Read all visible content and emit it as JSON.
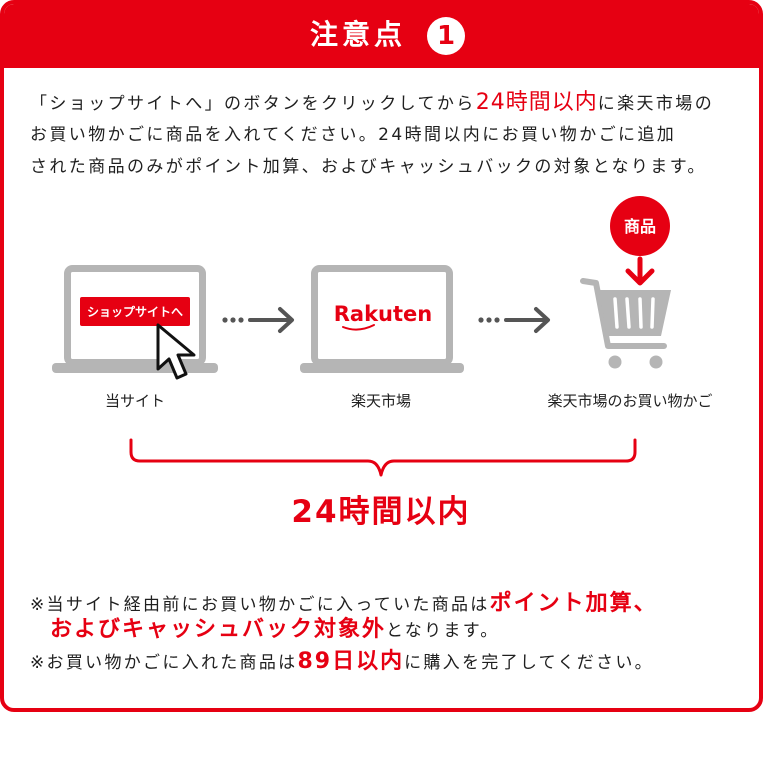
{
  "header": {
    "title": "注意点",
    "number": "1"
  },
  "intro": {
    "line1_before": "「ショップサイトへ」のボタンをクリックしてから",
    "line1_highlight": "24時間以内",
    "line1_after": "に楽天市場の",
    "line2": "お買い物かごに商品を入れてください。24時間以内にお買い物かごに追加",
    "line3": "された商品のみがポイント加算、およびキャッシュバックの対象となります。"
  },
  "flow": {
    "steps": [
      {
        "caption": "当サイト",
        "button_label": "ショップサイトへ",
        "icon": "laptop-icon",
        "pointer_icon": "mouse-pointer-icon"
      },
      {
        "caption": "楽天市場",
        "logo_text": "Rakuten",
        "icon": "laptop-icon"
      },
      {
        "caption": "楽天市場のお買い物かご",
        "badge_label": "商品",
        "icon": "shopping-cart-icon"
      }
    ],
    "connector_icon": "dotted-arrow-right-icon",
    "duration": "24時間以内"
  },
  "notes": [
    {
      "before": "※当サイト経由前にお買い物かごに入っていた商品は",
      "highlight": "ポイント加算、",
      "highlight_2": "およびキャッシュバック対象外",
      "after": "となります。"
    },
    {
      "before": "※お買い物かごに入れた商品は",
      "highlight": "89日以内",
      "after": "に購入を完了してください。"
    }
  ],
  "colors": {
    "accent": "#e60012",
    "icon_gray": "#b5b5b5",
    "arrow_gray": "#555555",
    "text": "#1f1f1f"
  }
}
